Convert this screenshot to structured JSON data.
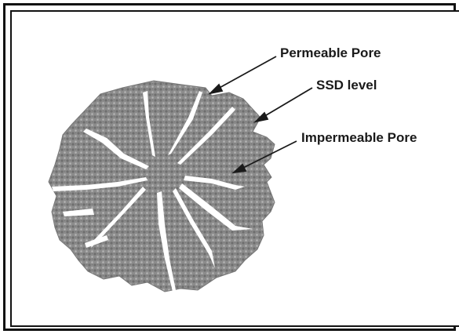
{
  "labels": {
    "permeable_pore": "Permeable Pore",
    "ssd_level": "SSD level",
    "impermeable_pore": "Impermeable Pore"
  },
  "colors": {
    "particle": "#8c8c8c",
    "pattern_dark": "#6e6e6e",
    "pattern_light": "#b4b4b4",
    "ink": "#1a1a1a"
  }
}
